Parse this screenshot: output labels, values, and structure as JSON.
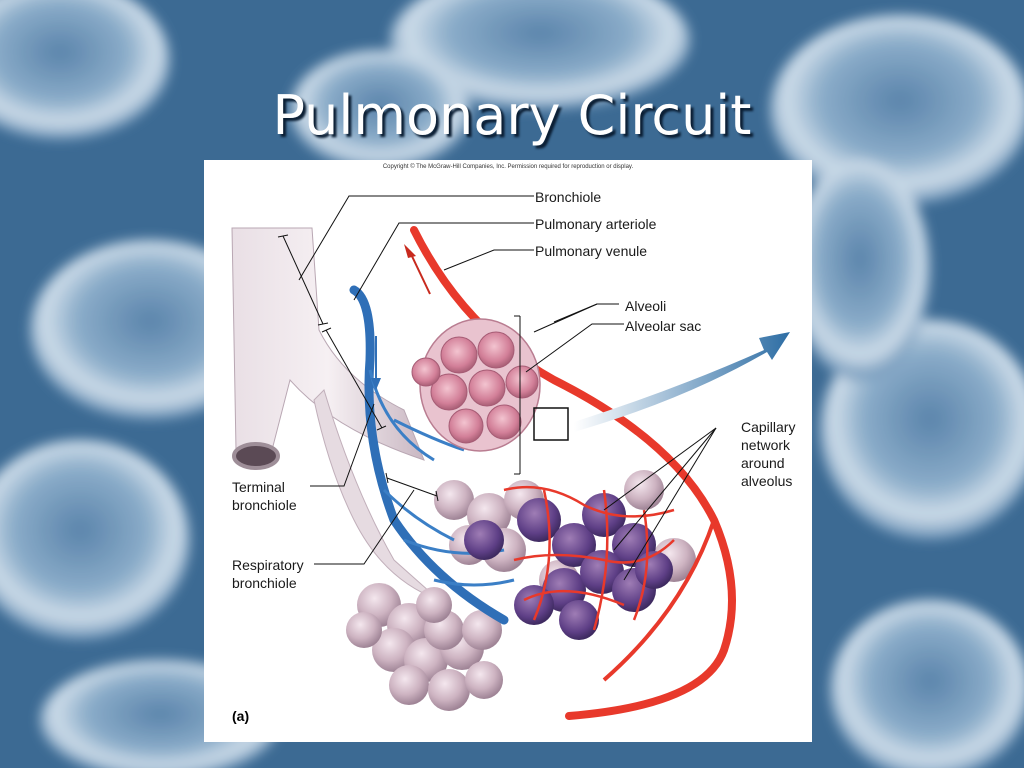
{
  "slide": {
    "title": "Pulmonary Circuit"
  },
  "figure": {
    "copyright": "Copyright © The McGraw-Hill Companies, Inc. Permission required for reproduction or display.",
    "panel_label": "(a)",
    "labels": {
      "bronchiole": "Bronchiole",
      "pulmonary_arteriole": "Pulmonary arteriole",
      "pulmonary_venule": "Pulmonary venule",
      "alveoli": "Alveoli",
      "alveolar_sac": "Alveolar sac",
      "capillary_line1": "Capillary",
      "capillary_line2": "network",
      "capillary_line3": "around",
      "capillary_line4": "alveolus",
      "terminal_line1": "Terminal",
      "terminal_line2": "bronchiole",
      "respiratory_line1": "Respiratory",
      "respiratory_line2": "bronchiole"
    }
  },
  "colors": {
    "background": "#3f6d96",
    "artery_blue": "#2f6fb7",
    "vein_red": "#e8392b",
    "alveolus_pink": "#d98fa3",
    "bronchiole_tissue": "#d9cbd3"
  }
}
